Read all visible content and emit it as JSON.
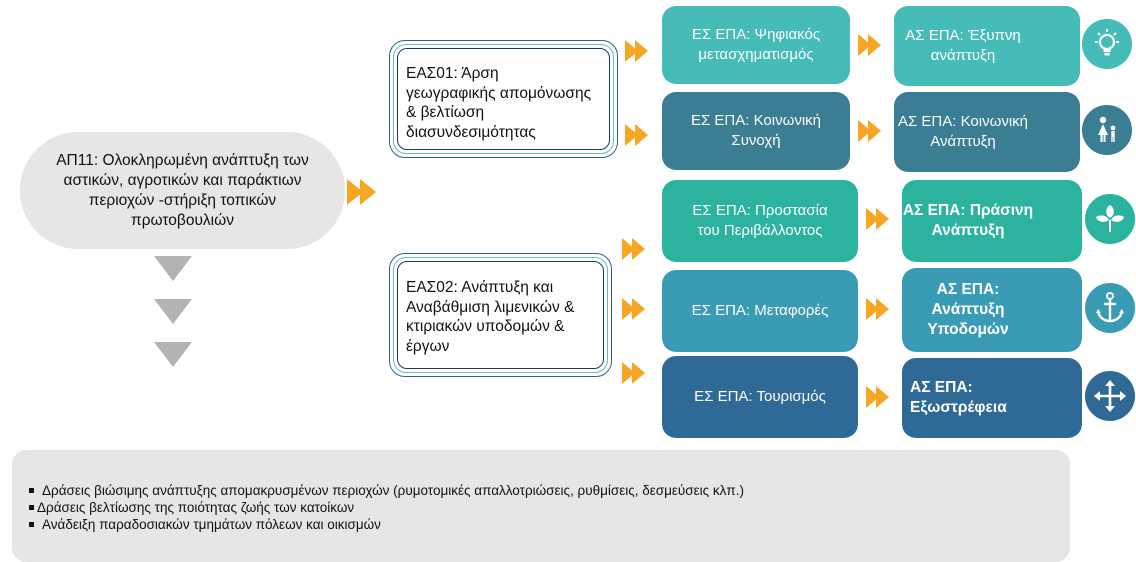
{
  "axis": {
    "label": "ΑΠ11:  Ολοκληρωμένη ανάπτυξη των\nαστικών, αγροτικών και παράκτιων\nπεριοχών -στήριξη τοπικών\nπρωτοβουλιών"
  },
  "priorities": [
    {
      "label": "ΕΑΣ01: Άρση\nγεωγραφικής απομόνωσης\n& βελτίωση\nδιασυνδεσιμότητας"
    },
    {
      "label": "ΕΑΣ02: Ανάπτυξη και\nΑναβάθμιση λιμενικών &\nκτιριακών υποδομών &\nέργων"
    }
  ],
  "es_epa": [
    {
      "label": "ΕΣ ΕΠΑ: Ψηφιακός\nμετασχηματισμός",
      "color": "#45bcb7"
    },
    {
      "label": "ΕΣ ΕΠΑ: Κοινωνική\nΣυνοχή",
      "color": "#3b7d92"
    },
    {
      "label": "ΕΣ ΕΠΑ: Προστασία\nτου Περιβάλλοντος",
      "color": "#2bb3a0"
    },
    {
      "label": "ΕΣ ΕΠΑ: Μεταφορές",
      "color": "#3a9bb5"
    },
    {
      "label": "ΕΣ ΕΠΑ: Τουρισμός",
      "color": "#2f6a96"
    }
  ],
  "as_epa": [
    {
      "label": "ΑΣ ΕΠΑ: Έξυπνη\nανάπτυξη",
      "icon": "lightbulb-icon",
      "color": "#45bcb7"
    },
    {
      "label": "ΑΣ ΕΠΑ: Κοινωνική\nΑνάπτυξη",
      "icon": "family-icon",
      "color": "#3b7d92"
    },
    {
      "label": "ΑΣ ΕΠΑ: Πράσινη\nΑνάπτυξη",
      "icon": "leaves-icon",
      "color": "#2bb3a0"
    },
    {
      "label": "ΑΣ ΕΠΑ: Ανάπτυξη\nΥποδομών",
      "icon": "anchor-icon",
      "color": "#3a9bb5"
    },
    {
      "label": "ΑΣ ΕΠΑ:\nΕξωστρέφεια",
      "icon": "move-arrows-icon",
      "color": "#2f6a96"
    }
  ],
  "actions": [
    "Δράσεις βιώσιμης ανάπτυξης απομακρυσμένων περιοχών (ρυμοτομικές απαλλοτριώσεις, ρυθμίσεις, δεσμεύσεις κλπ.)",
    "Δράσεις βελτίωσης της ποιότητας ζωής των κατοίκων",
    "Ανάδειξη παραδοσιακών τμημάτων πόλεων και οικισμών"
  ],
  "colors": {
    "arrow": "#f5a623",
    "triangle": "#b3b3b3",
    "panel": "#e6e6e6"
  }
}
